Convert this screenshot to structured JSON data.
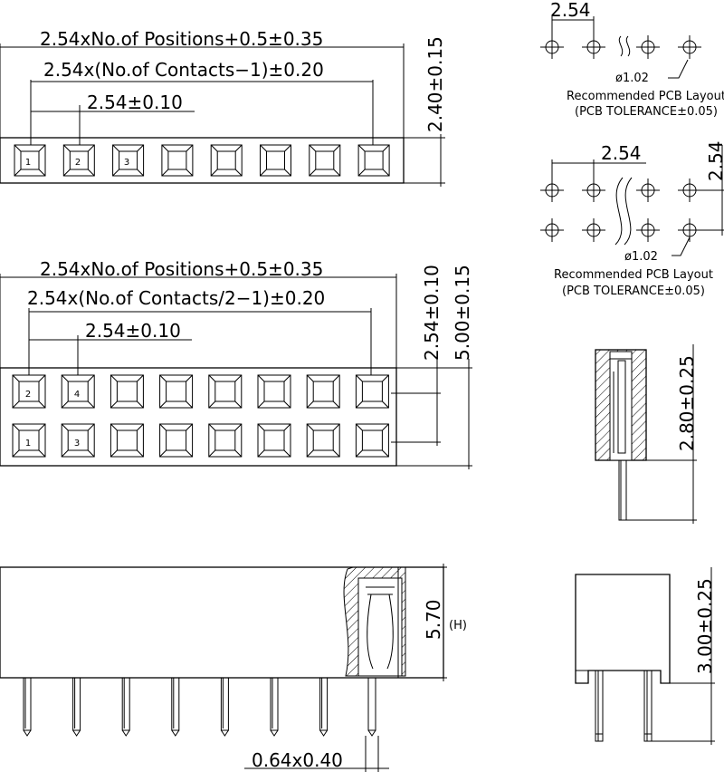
{
  "views": {
    "single_row_top": {
      "dim_overall": "2.54xNo.of Positions+0.5±0.35",
      "dim_contacts": "2.54x(No.of Contacts−1)±0.20",
      "dim_pitch": "2.54±0.10",
      "dim_height": "2.40±0.15",
      "pin_labels": [
        "1",
        "2",
        "3"
      ]
    },
    "double_row_top": {
      "dim_overall": "2.54xNo.of Positions+0.5±0.35",
      "dim_contacts": "2.54x(No.of Contacts/2−1)±0.20",
      "dim_pitch": "2.54±0.10",
      "dim_row_pitch": "2.54±0.10",
      "dim_height": "5.00±0.15",
      "top_row_labels": [
        "2",
        "4"
      ],
      "bottom_row_labels": [
        "1",
        "3"
      ]
    },
    "front": {
      "dim_height": "5.70",
      "height_note": "(H)",
      "dim_pin": "0.64x0.40"
    },
    "pcb_single": {
      "dim_pitch": "2.54",
      "dim_hole": "ø1.02",
      "caption_line1": "Recommended PCB Layout",
      "caption_line2": "(PCB TOLERANCE±0.05)"
    },
    "pcb_double": {
      "dim_pitch_h": "2.54",
      "dim_pitch_v": "2.54",
      "dim_hole": "ø1.02",
      "caption_line1": "Recommended PCB Layout",
      "caption_line2": "(PCB TOLERANCE±0.05)"
    },
    "side_section": {
      "dim_tail": "2.80±0.25"
    },
    "side_view": {
      "dim_tail": "3.00±0.25"
    }
  }
}
